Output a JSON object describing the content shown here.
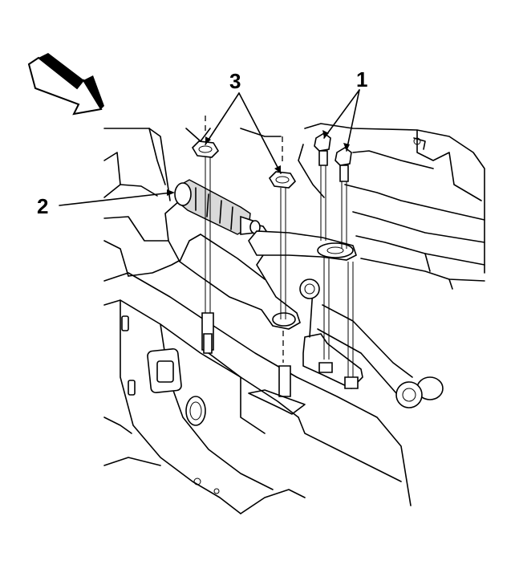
{
  "callouts": {
    "label_1": "1",
    "label_2": "2",
    "label_3": "3"
  },
  "icons": {
    "direction_arrow": "view-direction-arrow-icon"
  },
  "colors": {
    "line": "#000000",
    "background": "#ffffff",
    "shade": "#d9d9d9"
  }
}
